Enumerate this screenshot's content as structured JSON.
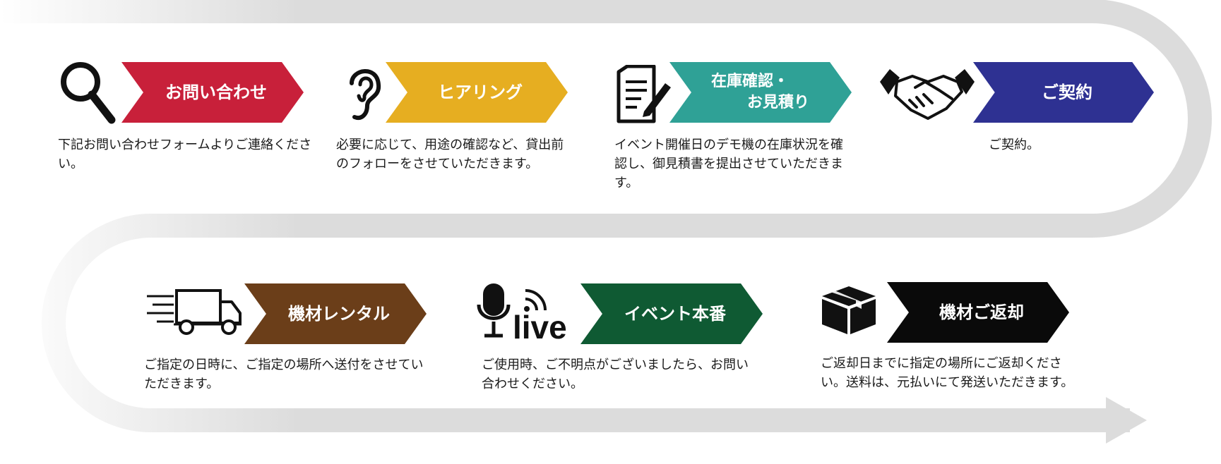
{
  "colors": {
    "track": "#dcdcdc",
    "inquiry": "#c8203a",
    "hearing": "#e6ae21",
    "stock": "#2fa196",
    "contract": "#2e3192",
    "rental": "#6b3e19",
    "event": "#0f5a33",
    "return": "#0a0a0a"
  },
  "steps": [
    {
      "id": "inquiry",
      "icon": "magnifier-icon",
      "title": "お問い合わせ",
      "description": "下記お問い合わせフォームよりご連絡ください。"
    },
    {
      "id": "hearing",
      "icon": "ear-icon",
      "title": "ヒアリング",
      "description": "必要に応じて、用途の確認など、貸出前のフォローをさせていただきます。"
    },
    {
      "id": "stock",
      "icon": "document-pen-icon",
      "title_line1": "在庫確認・",
      "title_line2": "お見積り",
      "description": "イベント開催日のデモ機の在庫状況を確認し、御見積書を提出させていただきます。"
    },
    {
      "id": "contract",
      "icon": "handshake-icon",
      "title": "ご契約",
      "description": "ご契約。"
    },
    {
      "id": "rental",
      "icon": "truck-icon",
      "title": "機材レンタル",
      "description": "ご指定の日時に、ご指定の場所へ送付をさせていただきます。"
    },
    {
      "id": "event",
      "icon": "live-mic-icon",
      "title": "イベント本番",
      "icon_text": "live",
      "description": "ご使用時、ご不明点がございましたら、お問い合わせください。"
    },
    {
      "id": "return",
      "icon": "box-icon",
      "title": "機材ご返却",
      "description": "ご返却日までに指定の場所にご返却ください。送料は、元払いにて発送いただきます。"
    }
  ]
}
